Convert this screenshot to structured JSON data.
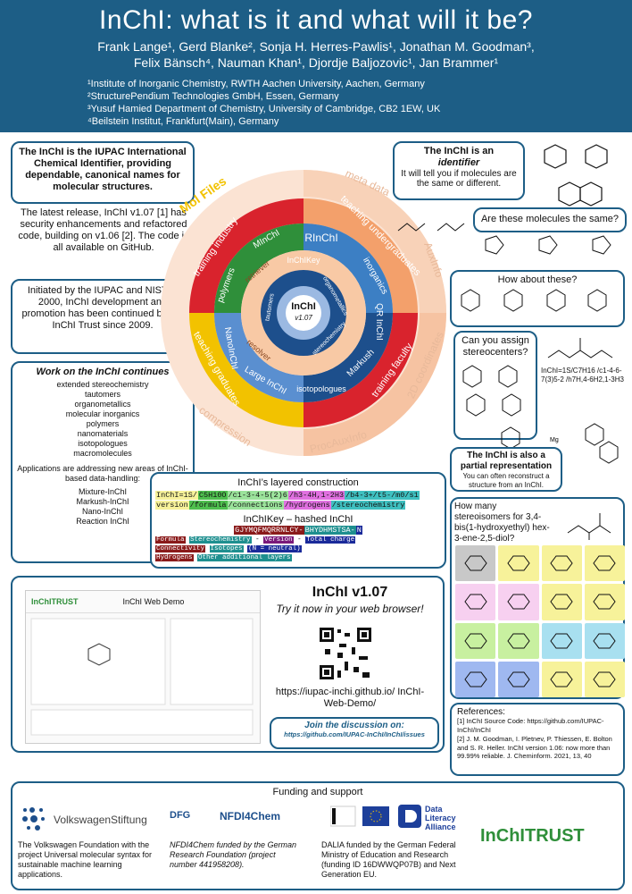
{
  "header": {
    "title": "InChI: what is it and what will it be?",
    "authors_line1": "Frank Lange¹, Gerd Blanke², Sonja H. Herres-Pawlis¹, Jonathan M. Goodman³,",
    "authors_line2": "Felix Bänsch⁴, Nauman Khan¹, Djordje Baljozovic¹, Jan Brammer¹",
    "affiliations": [
      "¹Institute of Inorganic Chemistry, RWTH Aachen University, Aachen, Germany",
      "²StructurePendium Technologies GmbH, Essen, Germany",
      "³Yusuf Hamied Department of Chemistry, University of Cambridge, CB2 1EW, UK",
      "⁴Beilstein Institut, Frankfurt(Main), Germany"
    ]
  },
  "left": {
    "iupac_box": "The InChI is the IUPAC International Chemical Identifier, providing dependable, canonical names for molecular structures.",
    "release_text": "The latest release, InChI v1.07 [1] has security enhancements and refactored code, building on v1.06 [2]. The code is all available on GitHub.",
    "initiated_box": "Initiated by the IUPAC and NIST in 2000, InChI development and promotion has been continued by the InChI Trust since 2009.",
    "work_title": "Work on the InChI continues",
    "work_items": [
      "extended stereochemistry",
      "tautomers",
      "organometallics",
      "molecular inorganics",
      "polymers",
      "nanomaterials",
      "isotopologues",
      "macromolecules"
    ],
    "apps_intro": "Applications are addressing new areas of InChI-based data-handling:",
    "apps_items": [
      "Mixture-InChI",
      "Markush-InChI",
      "Nano-InChI",
      "Reaction InChI"
    ]
  },
  "wheel": {
    "center": "InChI",
    "center_sub": "v1.07",
    "inner": [
      "InChIKey",
      "organometallics",
      "stereochemistry",
      "tautomers"
    ],
    "middle": [
      "RInChI",
      "inorganics",
      "QR InChI",
      "Markush",
      "isotopologues",
      "Large InChI",
      "NanoInChI",
      "polymers",
      "MInChI",
      "retriever",
      "resolver"
    ],
    "outer": [
      "training industry",
      "teaching undergraduates",
      "training faculty",
      "teaching graduates"
    ],
    "outermost": [
      "Mol Files",
      "meta data",
      "AuxInfo",
      "2D coordinates",
      "ProcAuxInfo",
      "compression"
    ]
  },
  "right": {
    "identifier_title": "The InChI is an",
    "identifier_word": "identifier",
    "identifier_text": "It will tell you if molecules are the same or different.",
    "same_q": "Are these molecules the same?",
    "how_about": "How about these?",
    "stereo_q": "Can you assign stereocenters?",
    "inchi_example": "InChI=1S/C7H16 /c1-4-6-7(3)5-2 /h7H,4-6H2,1-3H3",
    "partial_title": "The InChI is also a partial representation",
    "partial_text": "You can often reconstruct a structure from an InChI.",
    "stereoisomers_q": "How many stereoisomers for 3,4-bis(1-hydroxyethyl) hex-3-ene-2,5-diol?"
  },
  "layered": {
    "title": "InChI’s layered construction",
    "inchi_parts": [
      "InChI=1S/",
      "C5H10O",
      "/c1-3-4-5(2)6",
      "/h3-4H,1-2H3",
      "/b4-3+/t5-/m0/s1"
    ],
    "row2": [
      "version",
      "/formula",
      "/connections",
      "/hydrogens",
      "/stereochemistry"
    ],
    "key_title": "InChIKey – hashed InChI",
    "key_parts": [
      "GJYMQFMQRRNLCY-",
      "BHYDHMSTSA-",
      "N"
    ],
    "legend1": [
      "Formula",
      "Stereochemistry",
      "-",
      "Version",
      "-",
      "Total charge"
    ],
    "legend2": [
      "Connectivity",
      "Isotopes",
      "(N = neutral)"
    ],
    "legend3": [
      "Hydrogens",
      "Other additional layers"
    ]
  },
  "demo": {
    "brand": "InChITRUST",
    "title": "InChI Web Demo",
    "version_title": "InChI v1.07",
    "tagline": "Try it now in your web browser!",
    "url": "https://iupac-inchi.github.io/ InChI-Web-Demo/",
    "discussion_title": "Join the discussion on:",
    "discussion_url": "https://github.com/IUPAC-InChI/InChI/issues"
  },
  "references": {
    "title": "References:",
    "ref1": "[1] InChI Source Code: https://github.com/IUPAC-InChI/InChI",
    "ref2": "[2] J. M. Goodman, I. Pletnev, P. Thiessen, E. Bolton and S. R. Heller. InChI version 1.06: now more than 99.99% reliable. J. Cheminform. 2021, 13, 40"
  },
  "funding": {
    "title": "Funding and support",
    "vw_logo": "VolkswagenStiftung",
    "vw_text": "The Volkswagen Foundation with the project Universal molecular syntax for sustainable machine learning applications.",
    "dfg_logo": "DFG",
    "nfdi_logo": "NFDI4Chem",
    "nfdi_text": "NFDI4Chem funded by the German Research Foundation (project number 441958208).",
    "dalia_logo": "Data Literacy Alliance",
    "dalia_text": "DALIA funded by the German Federal Ministry of Education and Research (funding ID 16DWWQP07B) and Next Generation EU.",
    "trust_logo": "InChITRUST"
  },
  "colors": {
    "header": "#1d5e86",
    "accent_red": "#d9232d",
    "accent_orange": "#f3a06b",
    "accent_green": "#2f8f3a",
    "accent_yellow": "#f2c200",
    "accent_blue": "#3c7fc4"
  }
}
